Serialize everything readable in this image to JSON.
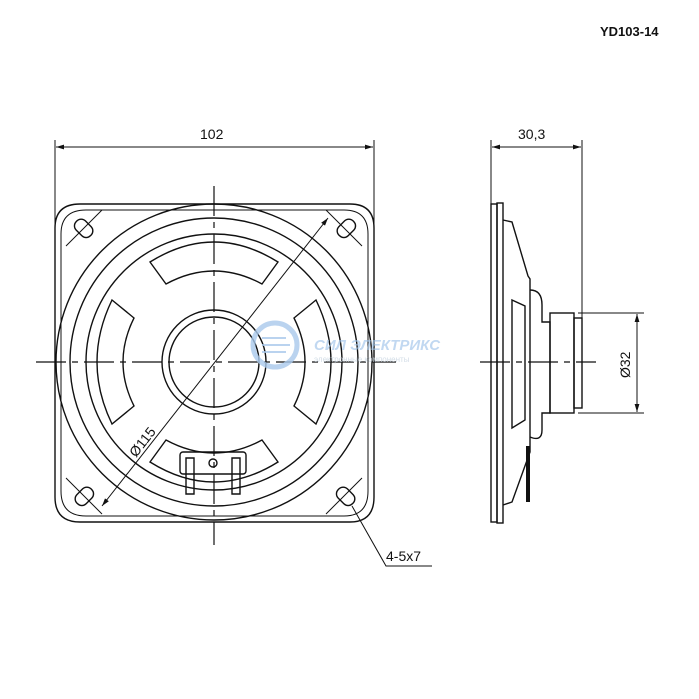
{
  "title": "YD103-14",
  "dimensions": {
    "width": "102",
    "depth": "30,3",
    "cone_diameter": "Ø115",
    "magnet_diameter": "Ø32",
    "mount_holes": "4-5x7"
  },
  "watermark": {
    "brand": "СИЛ ЭЛЕКТРИКС",
    "tagline": "электронные компоненты"
  },
  "colors": {
    "line": "#111111",
    "watermark": "#9fc3ea"
  }
}
